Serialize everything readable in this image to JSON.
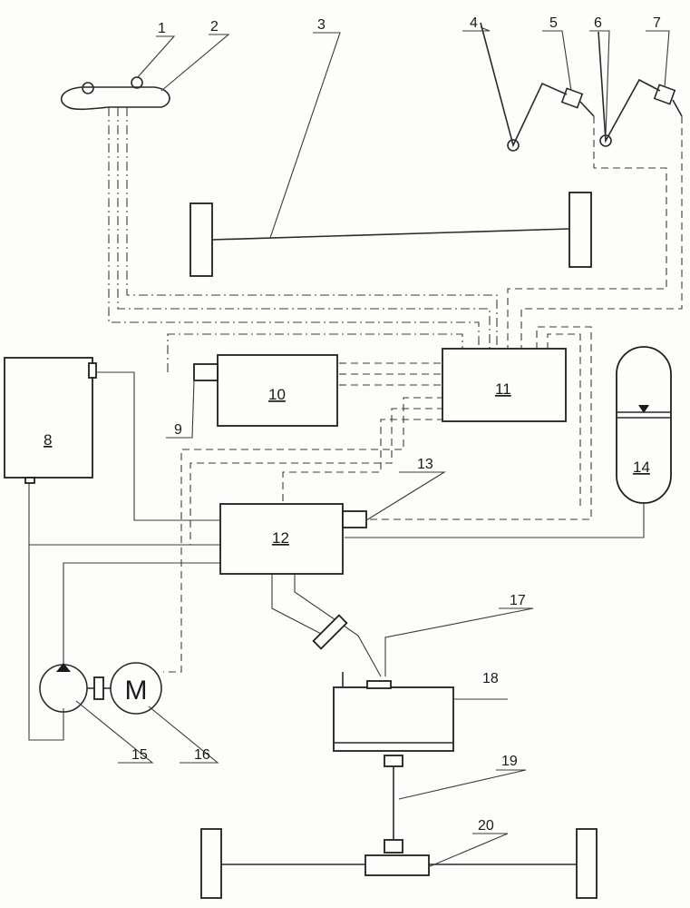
{
  "callouts": [
    "1",
    "2",
    "3",
    "4",
    "5",
    "6",
    "7",
    "9",
    "13",
    "15",
    "16",
    "17",
    "18",
    "19",
    "20"
  ],
  "boxes": {
    "b8": "8",
    "b10": "10",
    "b11": "11",
    "b12": "12",
    "b14": "14"
  },
  "motor_symbol": "M"
}
